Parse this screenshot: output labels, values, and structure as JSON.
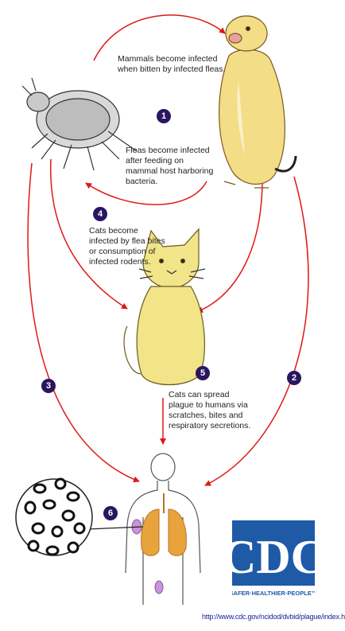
{
  "colors": {
    "arrow": "#e01818",
    "badge": "#2a1560",
    "cdc_blue": "#1f5aa6",
    "animal_fill": "#f3dd86",
    "lung": "#e9a33c",
    "url": "#1a1a9a"
  },
  "icons": [
    "flea-icon",
    "prairie-dog-icon",
    "cat-icon",
    "human-body-icon",
    "lungs-icon",
    "bacteria-magnified-icon",
    "cdc-logo"
  ],
  "steps": [
    {
      "number": "1",
      "captions": [
        "Mammals become infected when bitten by infected fleas.",
        "Fleas become infected after feeding on mammal host harboring bacteria."
      ]
    },
    {
      "number": "2"
    },
    {
      "number": "3"
    },
    {
      "number": "4",
      "caption": "Cats become infected by flea bites or consumption of infected rodents."
    },
    {
      "number": "5",
      "caption": "Cats can spread plague to humans via scratches, bites and respiratory secretions."
    },
    {
      "number": "6"
    }
  ],
  "logo": {
    "text": "CDC",
    "tagline": "SAFER·HEALTHIER·PEOPLE™"
  },
  "source_url": "http://www.cdc.gov/ncidod/dvbid/plague/index.htm"
}
